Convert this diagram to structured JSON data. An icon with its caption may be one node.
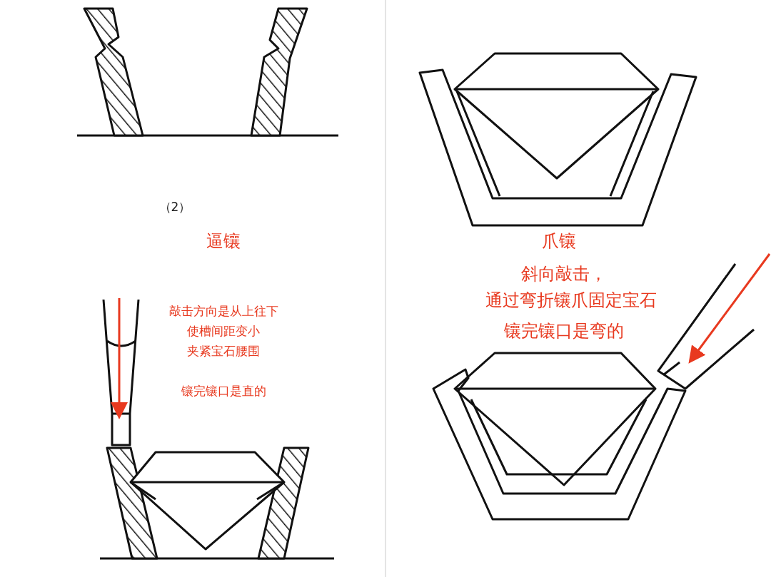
{
  "diagram": {
    "labels": [
      "（2）",
      "逼镶",
      "敲击方向是从上往下",
      "使槽间距变小",
      "夹紧宝石腰围",
      "镶完镶口是直的",
      "爪镶",
      "斜向敲击，",
      "通过弯折镶爪固定宝石",
      "镶完镶口是弯的"
    ]
  }
}
